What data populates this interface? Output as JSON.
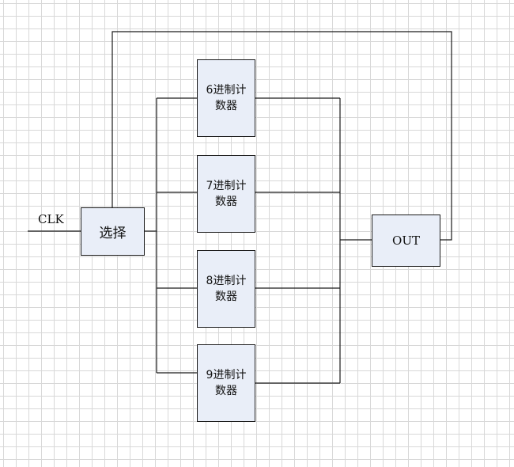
{
  "diagram": {
    "input_label": "CLK",
    "selector": {
      "label": "选择"
    },
    "counters": [
      {
        "label": "6进制计数器"
      },
      {
        "label": "7进制计数器"
      },
      {
        "label": "8进制计数器"
      },
      {
        "label": "9进制计数器"
      }
    ],
    "output": {
      "label": "OUT"
    }
  },
  "colors": {
    "box_fill": "#e9eef8",
    "line": "#1a1a1a",
    "grid": "#d8d8d8"
  }
}
